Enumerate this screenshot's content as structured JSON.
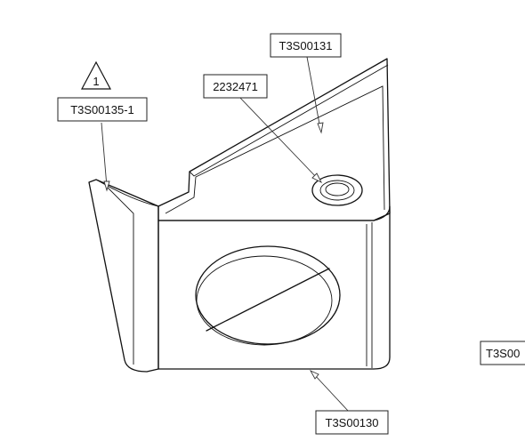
{
  "callouts": {
    "top_center": "T3S00131",
    "washer": "2232471",
    "left_flange": "T3S00135-1",
    "bottom": "T3S00130",
    "right_cut": "T3S00"
  },
  "revision_triangle": "1"
}
